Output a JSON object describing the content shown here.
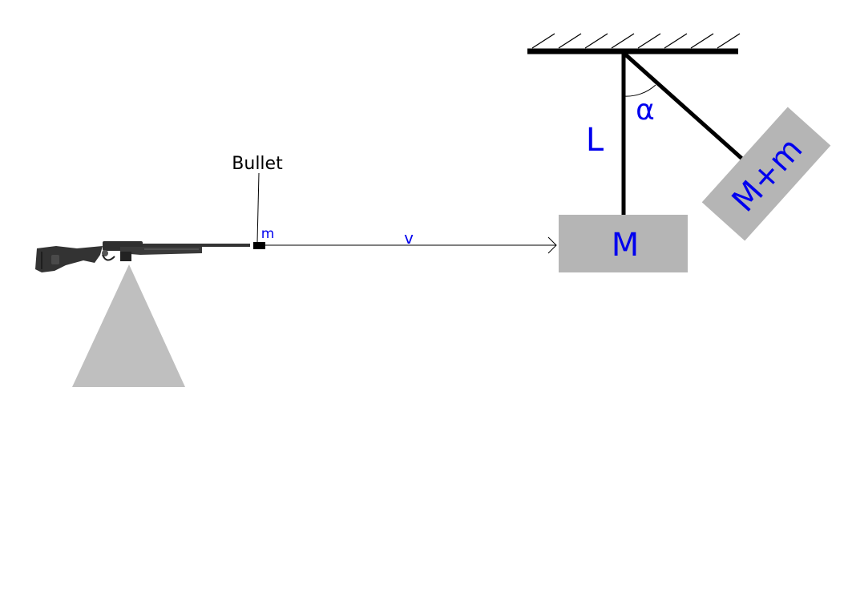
{
  "labels": {
    "bullet": "Bullet",
    "bullet_mass": "m",
    "velocity": "v",
    "block_mass": "M",
    "combined_mass": "M+m",
    "string_length": "L",
    "angle": "α"
  },
  "icons": {
    "rifle": "rifle-icon",
    "ceiling": "ceiling-hatch-icon"
  },
  "colors": {
    "label_blue": "#0000ee",
    "block_gray": "#b5b5b5",
    "stand_gray": "#bfbfbf",
    "line": "#000000"
  }
}
